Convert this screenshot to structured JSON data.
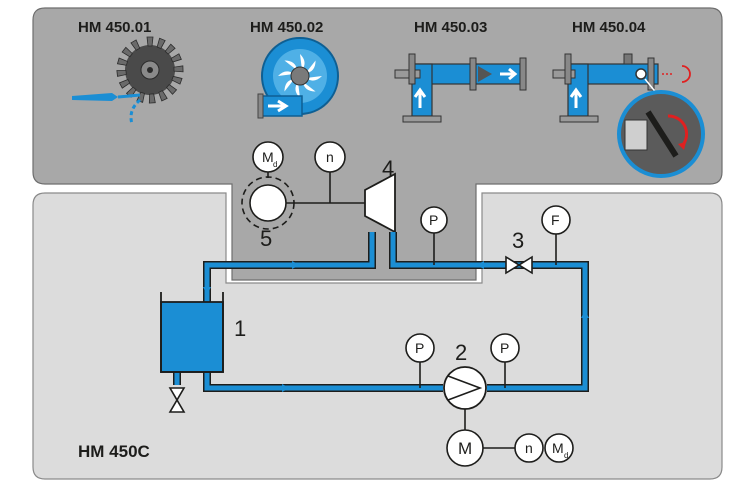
{
  "top_panel": {
    "models": [
      {
        "label": "HM 450.01",
        "icon": "pelton-turbine-icon"
      },
      {
        "label": "HM 450.02",
        "icon": "francis-turbine-icon"
      },
      {
        "label": "HM 450.03",
        "icon": "axial-turbine-icon"
      },
      {
        "label": "HM 450.04",
        "icon": "kaplan-turbine-icon"
      }
    ]
  },
  "main_panel": {
    "unit_label": "HM 450C"
  },
  "components": {
    "tank": "1",
    "pump": "2",
    "valve": "3",
    "turbine": "4",
    "generator": "5"
  },
  "gauges": {
    "torque_generator": "M",
    "torque_generator_sub": "d",
    "speed_generator": "n",
    "pressure_turbine": "P",
    "flow": "F",
    "pressure_pump_in": "P",
    "pressure_pump_out": "P",
    "motor": "M",
    "speed_motor": "n",
    "torque_motor": "M",
    "torque_motor_sub": "d"
  },
  "colors": {
    "panel_top": "#a9a9a9",
    "panel_main": "#dcdcdc",
    "water": "#1b8ed4",
    "outline": "#1d1d1b"
  }
}
